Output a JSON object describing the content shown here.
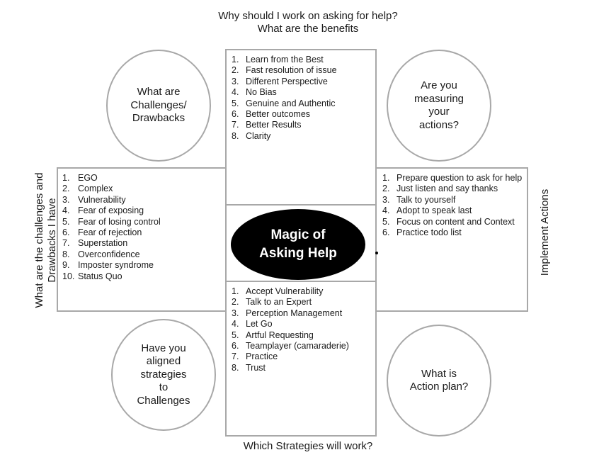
{
  "top_label": "Why should I work on asking for help?\nWhat are the benefits",
  "bottom_label": "Which Strategies will work?",
  "left_label": "What are the challenges and\nDrawbacks I have",
  "right_label": "Implement Actions",
  "center": "Magic of\nAsking Help",
  "circles": {
    "top_left": "What are\nChallenges/\nDrawbacks",
    "top_right": "Are you\nmeasuring\nyour\nactions?",
    "bottom_left": "Have you\naligned\nstrategies\nto\nChallenges",
    "bottom_right": "What is\nAction plan?"
  },
  "benefits": [
    {
      "n": "1.",
      "t": "Learn from the Best"
    },
    {
      "n": "2.",
      "t": "Fast resolution of issue"
    },
    {
      "n": "3.",
      "t": "Different Perspective"
    },
    {
      "n": "4.",
      "t": "No Bias"
    },
    {
      "n": "5.",
      "t": "Genuine and Authentic"
    },
    {
      "n": "6.",
      "t": "Better outcomes"
    },
    {
      "n": "7.",
      "t": "Better Results"
    },
    {
      "n": "8.",
      "t": "Clarity"
    }
  ],
  "challenges": [
    {
      "n": "1.",
      "t": "EGO"
    },
    {
      "n": "2.",
      "t": "Complex"
    },
    {
      "n": "3.",
      "t": "Vulnerability"
    },
    {
      "n": "4.",
      "t": "Fear of exposing"
    },
    {
      "n": "5.",
      "t": "Fear of losing control"
    },
    {
      "n": "6.",
      "t": "Fear of rejection"
    },
    {
      "n": "7.",
      "t": "Superstation"
    },
    {
      "n": "8.",
      "t": "Overconfidence"
    },
    {
      "n": "9.",
      "t": "Imposter syndrome"
    },
    {
      "n": "10.",
      "t": "Status Quo"
    }
  ],
  "actions": [
    {
      "n": "1.",
      "t": "Prepare question to ask for help"
    },
    {
      "n": "2.",
      "t": "Just listen and say thanks"
    },
    {
      "n": "3.",
      "t": "Talk to yourself"
    },
    {
      "n": "4.",
      "t": "Adopt to speak last"
    },
    {
      "n": "5.",
      "t": "Focus on content and Context"
    },
    {
      "n": "6.",
      "t": "Practice todo list"
    }
  ],
  "strategies": [
    {
      "n": "1.",
      "t": "Accept Vulnerability"
    },
    {
      "n": "2.",
      "t": "Talk to an Expert"
    },
    {
      "n": "3.",
      "t": "Perception Management"
    },
    {
      "n": "4.",
      "t": "Let Go"
    },
    {
      "n": "5.",
      "t": "Artful Requesting"
    },
    {
      "n": "6.",
      "t": "Teamplayer (camaraderie)"
    },
    {
      "n": "7.",
      "t": "Practice"
    },
    {
      "n": "8.",
      "t": "Trust"
    }
  ]
}
